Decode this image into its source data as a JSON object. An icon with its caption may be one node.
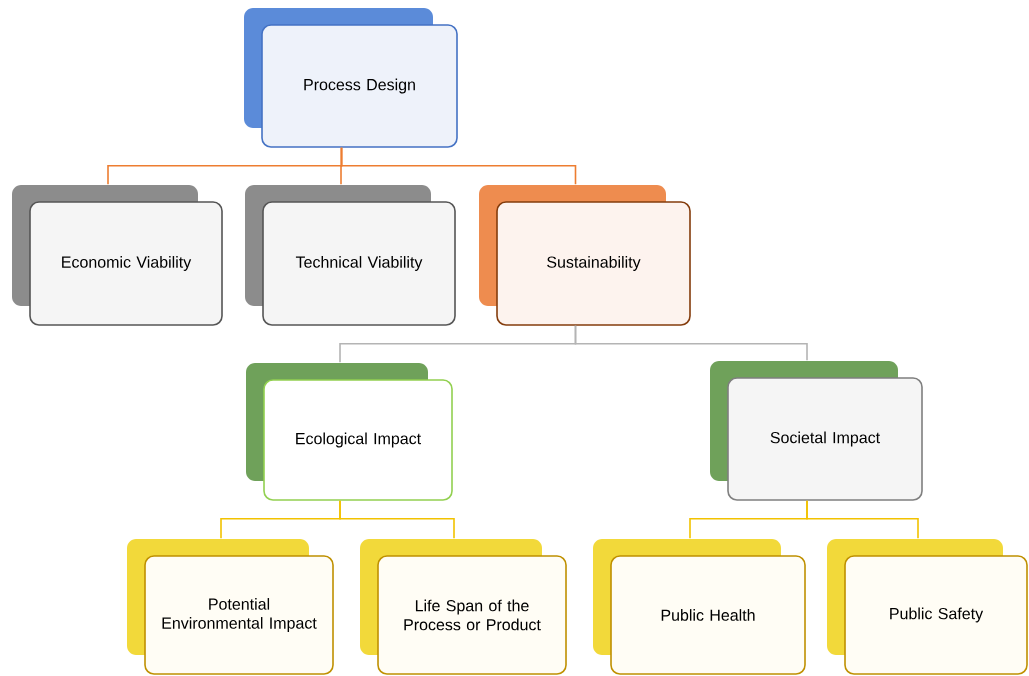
{
  "diagram": {
    "nodes": [
      {
        "text": [
          "Process Design"
        ]
      },
      {
        "text": [
          "Economic Viability"
        ]
      },
      {
        "text": [
          "Technical Viability"
        ]
      },
      {
        "text": [
          "Sustainability"
        ]
      },
      {
        "text": [
          "Ecological Impact"
        ]
      },
      {
        "text": [
          "Societal Impact"
        ]
      },
      {
        "text": [
          "Potential Environmental Impact"
        ]
      },
      {
        "text": [
          "Life Span of the Process or Product"
        ]
      },
      {
        "text": [
          "Public Health"
        ]
      },
      {
        "text": [
          "Public Safety"
        ]
      }
    ],
    "edges": [
      {
        "from": 0,
        "to": 1,
        "arrow": "none",
        "color": "#ed7d31"
      },
      {
        "from": 0,
        "to": 2,
        "arrow": "none",
        "color": "#ed7d31"
      },
      {
        "from": 0,
        "to": 3,
        "arrow": "none",
        "color": "#ed7d31"
      },
      {
        "from": 3,
        "to": 4,
        "arrow": "none",
        "color": "#b4b4b4"
      },
      {
        "from": 3,
        "to": 5,
        "arrow": "none",
        "color": "#b4b4b4"
      },
      {
        "from": 4,
        "to": 6,
        "arrow": "none"
      },
      {
        "from": 4,
        "to": 7,
        "arrow": "none"
      },
      {
        "from": 5,
        "to": 8,
        "arrow": "none"
      },
      {
        "from": 5,
        "to": 9,
        "arrow": "none"
      }
    ]
  }
}
